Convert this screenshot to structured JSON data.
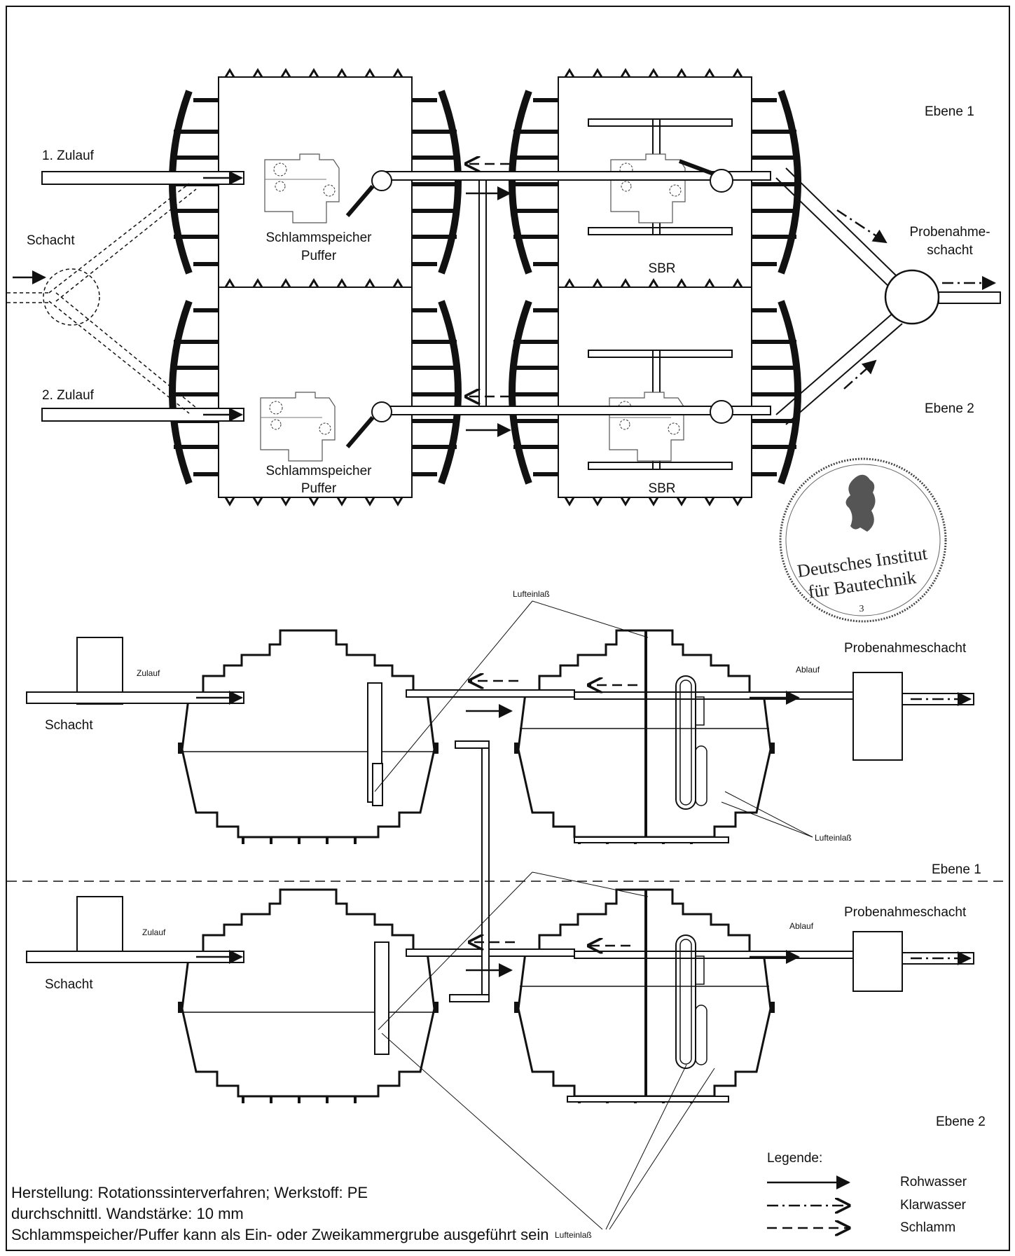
{
  "plan_view": {
    "level1": "Ebene 1",
    "level2": "Ebene 2",
    "inlet1": "1. Zulauf",
    "inlet2": "2. Zulauf",
    "shaft": "Schacht",
    "tank_left_line1": "Schlammspeicher",
    "tank_left_line2": "Puffer",
    "tank_right": "SBR",
    "sample_shaft_line1": "Probenahme-",
    "sample_shaft_line2": "schacht"
  },
  "section_view": {
    "air_inlet": "Lufteinlaß",
    "inflow": "Zulauf",
    "outflow": "Ablauf",
    "shaft": "Schacht",
    "sample_shaft": "Probenahmeschacht",
    "level1": "Ebene 1",
    "level2": "Ebene 2"
  },
  "seal": {
    "line1": "Deutsches Institut",
    "line2": "für Bautechnik",
    "number": "3"
  },
  "legend": {
    "title": "Legende:",
    "items": [
      {
        "label": "Rohwasser",
        "style": "solid"
      },
      {
        "label": "Klarwasser",
        "style": "dash-dot"
      },
      {
        "label": "Schlamm",
        "style": "dashed"
      }
    ]
  },
  "notes": [
    "Herstellung: Rotationssinterverfahren; Werkstoff: PE",
    "durchschnittl. Wandstärke: 10 mm",
    "Schlammspeicher/Puffer kann als Ein- oder Zweikammergrube ausgeführt sein"
  ],
  "colors": {
    "ink": "#111111",
    "seal": "#444444"
  }
}
